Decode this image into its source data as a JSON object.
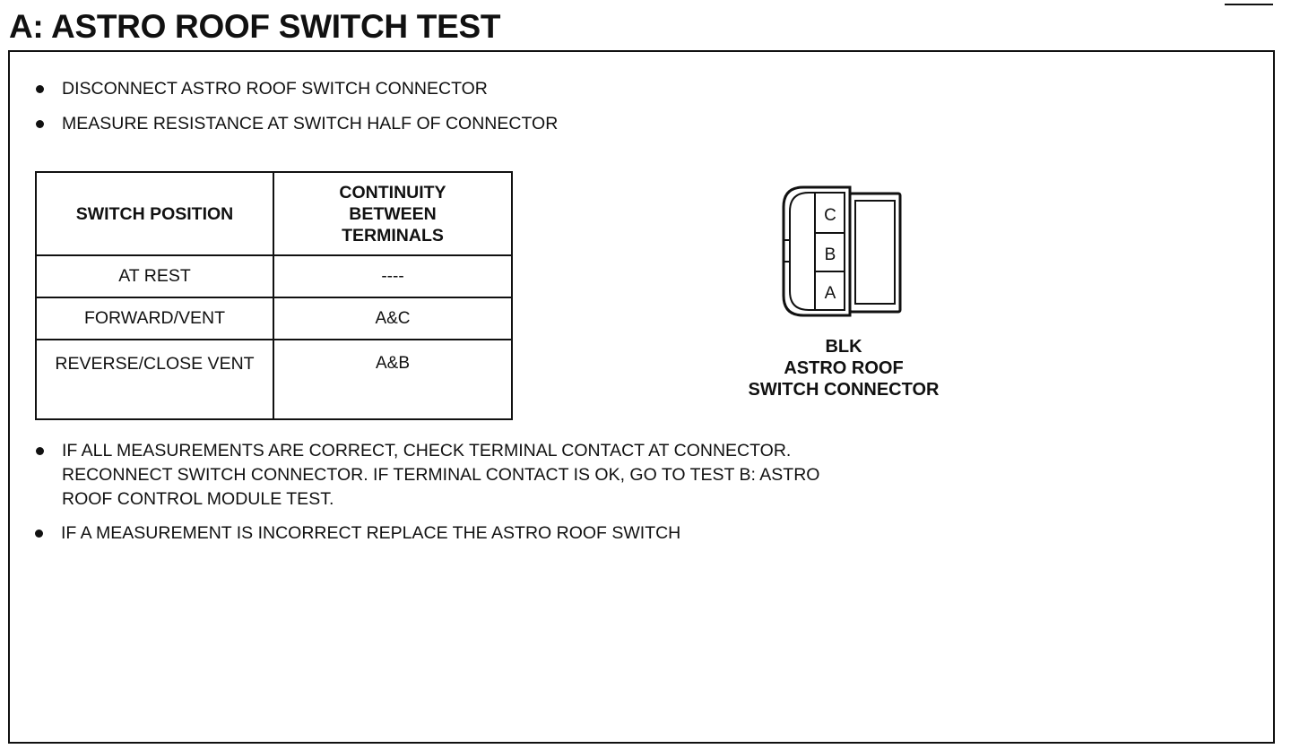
{
  "title": "A: ASTRO ROOF SWITCH TEST",
  "instructions": [
    "DISCONNECT ASTRO ROOF SWITCH CONNECTOR",
    "MEASURE RESISTANCE AT SWITCH HALF OF CONNECTOR"
  ],
  "table": {
    "headers": {
      "position": "SWITCH POSITION",
      "continuity": [
        "CONTINUITY",
        "BETWEEN",
        "TERMINALS"
      ]
    },
    "rows": [
      {
        "position": "AT REST",
        "continuity": "----"
      },
      {
        "position": "FORWARD/VENT",
        "continuity": "A&C"
      },
      {
        "position": "REVERSE/CLOSE VENT",
        "continuity": "A&B"
      }
    ]
  },
  "connector": {
    "terminals": [
      "C",
      "B",
      "A"
    ],
    "caption": [
      "BLK",
      "ASTRO ROOF",
      "SWITCH CONNECTOR"
    ]
  },
  "results": [
    {
      "lines": [
        "IF ALL MEASUREMENTS ARE CORRECT, CHECK TERMINAL CONTACT AT CONNECTOR.",
        "RECONNECT SWITCH CONNECTOR. IF TERMINAL  CONTACT IS OK, GO TO TEST B: ASTRO",
        "ROOF CONTROL MODULE TEST."
      ]
    },
    {
      "lines": [
        "IF A MEASUREMENT IS INCORRECT REPLACE THE ASTRO ROOF SWITCH"
      ]
    }
  ]
}
